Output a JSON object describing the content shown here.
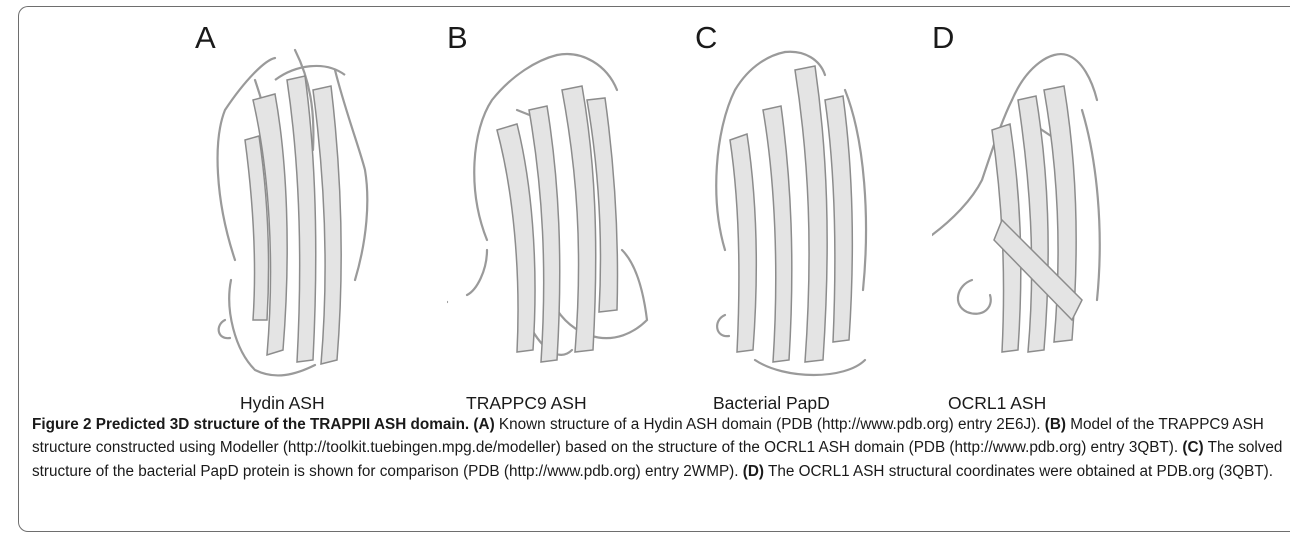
{
  "panels": [
    {
      "letter": "A",
      "label": "Hydin ASH"
    },
    {
      "letter": "B",
      "label": "TRAPPC9 ASH"
    },
    {
      "letter": "C",
      "label": "Bacterial PapD"
    },
    {
      "letter": "D",
      "label": "OCRL1 ASH"
    }
  ],
  "caption": {
    "figure_label": "Figure 2",
    "figure_title": "Predicted 3D structure of the TRAPPII ASH domain.",
    "part_a_tag": "(A)",
    "part_a_text": "Known structure of a Hydin ASH domain (PDB (http://www.pdb.org) entry 2E6J).",
    "part_b_tag": "(B)",
    "part_b_text": "Model of the TRAPPC9 ASH structure constructed using Modeller (http://toolkit.tuebingen.mpg.de/modeller) based on the structure of the OCRL1 ASH domain (PDB (http://www.pdb.org) entry 3QBT).",
    "part_c_tag": "(C)",
    "part_c_text": "The solved structure of the bacterial PapD protein is shown for comparison (PDB (http://www.pdb.org) entry 2WMP).",
    "part_d_tag": "(D)",
    "part_d_text": "The OCRL1 ASH structural coordinates were obtained at PDB.org (3QBT)."
  }
}
